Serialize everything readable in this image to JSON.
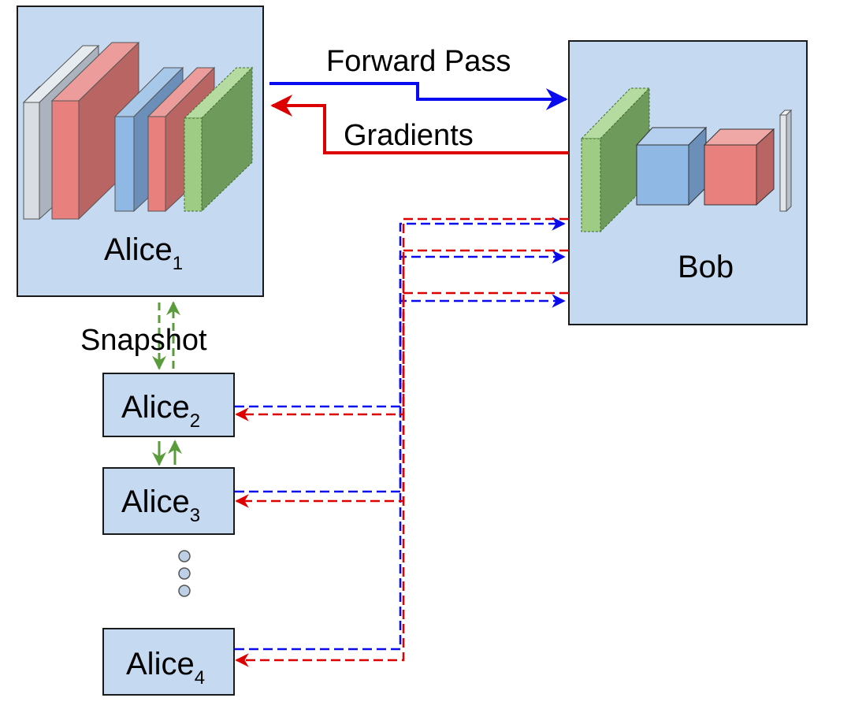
{
  "colors": {
    "box_fill": "#c5d9f1",
    "box_stroke": "#1a1a1a",
    "forward": "#0a0aee",
    "gradient": "#dd0000",
    "snapshot": "#5a9c3c",
    "layer_gray": "#d8dde3",
    "layer_red": "#e8807e",
    "layer_blue": "#8fb8e4",
    "layer_green": "#9fcc84",
    "dot_fill": "#bdd0e6"
  },
  "labels": {
    "forward_pass": "Forward Pass",
    "gradients": "Gradients",
    "snapshot": "Snapshot",
    "bob": "Bob"
  },
  "alice_boxes": [
    {
      "name": "Alice",
      "sub": "1"
    },
    {
      "name": "Alice",
      "sub": "2"
    },
    {
      "name": "Alice",
      "sub": "3"
    },
    {
      "name": "Alice",
      "sub": "4"
    }
  ],
  "icons": {
    "ellipsis": "vertical-dots-icon",
    "alice_network": "neural-network-layers-icon",
    "bob_network": "neural-network-layers-icon"
  }
}
